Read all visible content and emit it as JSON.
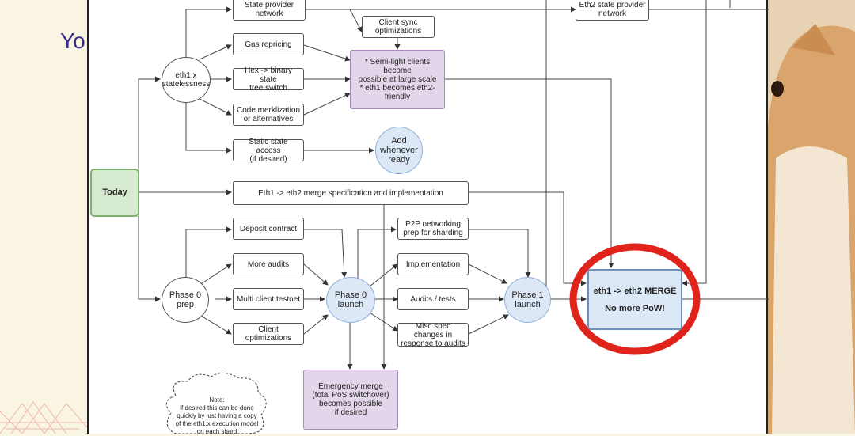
{
  "slide": {
    "title_fragment": "Yo"
  },
  "nodes": {
    "state_provider": "State provider\nnetwork",
    "client_sync": "Client sync\noptimizations",
    "eth2_state_provider": "Eth2 state provider\nnetwork",
    "gas_repricing": "Gas repricing",
    "eth1x_statelessness": "eth1.x\nstatelessness",
    "hex_binary": "Hex -> binary state\ntree switch",
    "semi_light": "* Semi-light clients become\npossible at large scale\n* eth1 becomes eth2-friendly",
    "code_merkle": "Code merklization\nor alternatives",
    "static_state": "Static state access\n(if desired)",
    "add_whenever": "Add\nwhenever\nready",
    "today": "Today",
    "merge_spec": "Eth1 -> eth2 merge specification and implementation",
    "deposit_contract": "Deposit contract",
    "p2p": "P2P networking\nprep for sharding",
    "more_audits": "More audits",
    "implementation": "Implementation",
    "phase0_prep": "Phase 0\nprep",
    "multi_client": "Multi client testnet",
    "phase0_launch": "Phase 0\nlaunch",
    "audits_tests": "Audits / tests",
    "phase1_launch": "Phase 1\nlaunch",
    "merge": "eth1 -> eth2 MERGE\nNo more PoW!",
    "client_opt": "Client optimizations",
    "misc_spec": "Misc spec changes in\nresponse to audits",
    "emergency": "Emergency merge\n(total PoS switchover)\nbecomes possible\nif desired",
    "note": "Note:\nif desired this can be done\nquickly by just having a copy\nof the eth1.x execution model\non each shard"
  },
  "colors": {
    "highlight_ring": "#e0241b",
    "blue_node": "#dce8f6",
    "purple_node": "#e3d6ea",
    "green_node": "#d7ebd0",
    "slide_bg": "#f9f5e2",
    "title": "#3a2a8a"
  }
}
